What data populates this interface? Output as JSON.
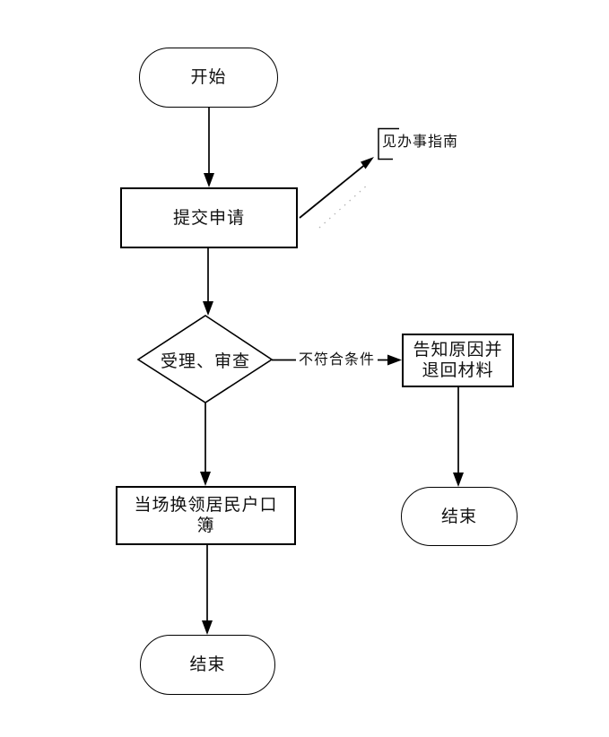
{
  "diagram": {
    "colors": {
      "background": "#ffffff",
      "line": "#000000",
      "text": "#111111"
    },
    "nodes": {
      "start": {
        "label": "开始"
      },
      "submit": {
        "label": "提交申请"
      },
      "review": {
        "label": "受理、审查"
      },
      "inform": {
        "label": "告知原因并\n退回材料"
      },
      "end_right": {
        "label": "结束"
      },
      "renew": {
        "label": "当场换领居民户口\n簿"
      },
      "end_bottom": {
        "label": "结束"
      }
    },
    "edge_labels": {
      "note": "见办事指南",
      "reject": "不符合条件"
    }
  }
}
